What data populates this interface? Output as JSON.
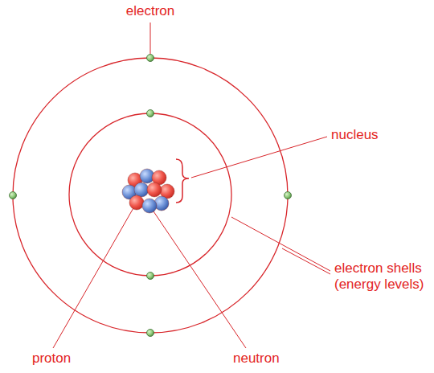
{
  "diagram": {
    "labels": [
      "electron",
      "nucleus",
      "electron shells (energy levels)",
      "proton",
      "neutron"
    ]
  }
}
